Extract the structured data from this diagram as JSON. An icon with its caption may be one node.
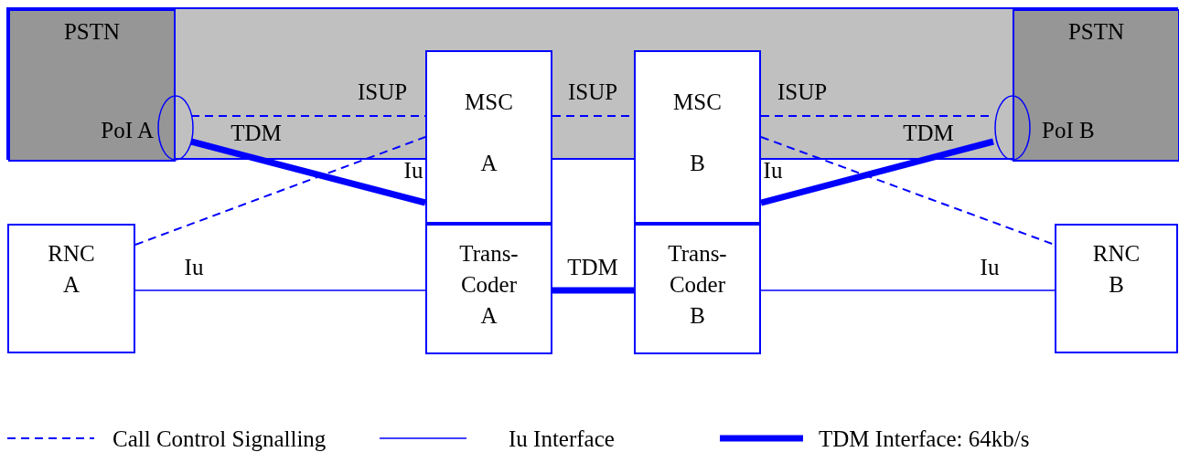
{
  "diagram": {
    "nodes": [
      {
        "text": [],
        "shape": "box"
      },
      {
        "text": [
          "PSTN",
          "PoI A"
        ],
        "in": 0
      },
      {
        "text": [
          "PSTN",
          "PoI B"
        ],
        "in": 0
      },
      {
        "text": [],
        "shape": "ellipse",
        "in": 0
      },
      {
        "text": [],
        "shape": "ellipse",
        "in": 0
      },
      {
        "text": [
          "MSC",
          "A"
        ]
      },
      {
        "text": [
          "MSC",
          "B"
        ]
      },
      {
        "text": [
          "RNC A"
        ]
      },
      {
        "text": [
          "Trans- Coder A"
        ]
      },
      {
        "text": [
          "Trans- Coder B"
        ]
      },
      {
        "text": [
          "RNC B"
        ]
      }
    ],
    "edges": [
      {
        "from": 3,
        "to": 5,
        "arrow": "none",
        "label": "ISUP",
        "style": "dashed"
      },
      {
        "from": 5,
        "to": 6,
        "arrow": "none",
        "label": "ISUP",
        "style": "dashed"
      },
      {
        "from": 6,
        "to": 4,
        "arrow": "none",
        "label": "ISUP",
        "style": "dashed"
      },
      {
        "from": 3,
        "to": 5,
        "arrow": "none",
        "label": "TDM",
        "style": "thick"
      },
      {
        "from": 6,
        "to": 4,
        "arrow": "none",
        "label": "TDM",
        "style": "thick"
      },
      {
        "from": 7,
        "to": 5,
        "arrow": "none",
        "label": "Iu",
        "style": "dashed"
      },
      {
        "from": 6,
        "to": 10,
        "arrow": "none",
        "label": "Iu",
        "style": "dashed"
      },
      {
        "from": 7,
        "to": 8,
        "arrow": "none",
        "label": "Iu"
      },
      {
        "from": 8,
        "to": 9,
        "arrow": "none",
        "label": "TDM",
        "style": "thick"
      },
      {
        "from": 9,
        "to": 10,
        "arrow": "none",
        "label": "Iu"
      }
    ],
    "legend": [
      {
        "text": "Call Control Signalling"
      },
      {
        "text": "Iu Interface"
      },
      {
        "text": "TDM Interface: 64kb/s"
      }
    ]
  }
}
